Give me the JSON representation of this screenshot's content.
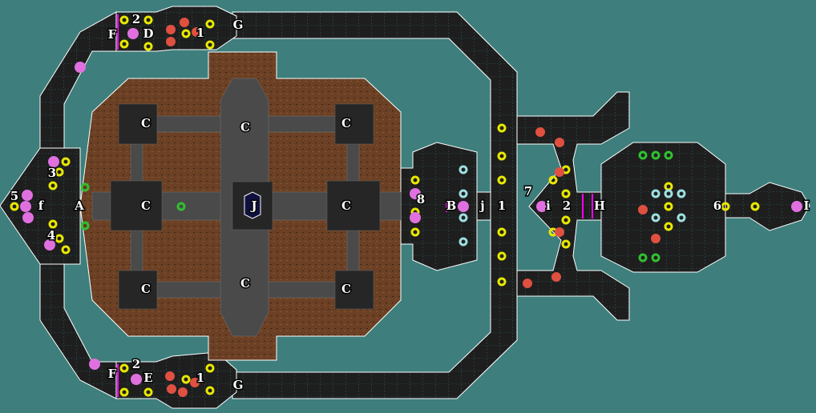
{
  "map": {
    "colors": {
      "void": "#3e7e7c",
      "floor": "#1e1e1e",
      "courtyard": "#6b4024",
      "stone": "#4a4a4a",
      "wall": "#ffffff",
      "grid": "#3fb0b0",
      "door": "#ff00ff"
    },
    "labels": {
      "top_f": "F",
      "top_2": "2",
      "top_d": "D",
      "top_1": "1",
      "top_g": "G",
      "c_tl": "C",
      "c_tm": "C",
      "c_tr": "C",
      "c_ml": "C",
      "c_mr": "C",
      "c_bl": "C",
      "c_bm": "C",
      "c_br": "C",
      "j_center": "J",
      "a": "A",
      "f_lower": "f",
      "n5": "5",
      "n3": "3",
      "n4": "4",
      "n8": "8",
      "b": "B",
      "j_lower": "j",
      "n1_mid": "1",
      "n7": "7",
      "i_lower": "i",
      "n2_right": "2",
      "h": "H",
      "n6": "6",
      "i_upper": "I",
      "bot_f": "F",
      "bot_2": "2",
      "bot_e": "E",
      "bot_1": "1",
      "bot_g": "G"
    }
  }
}
